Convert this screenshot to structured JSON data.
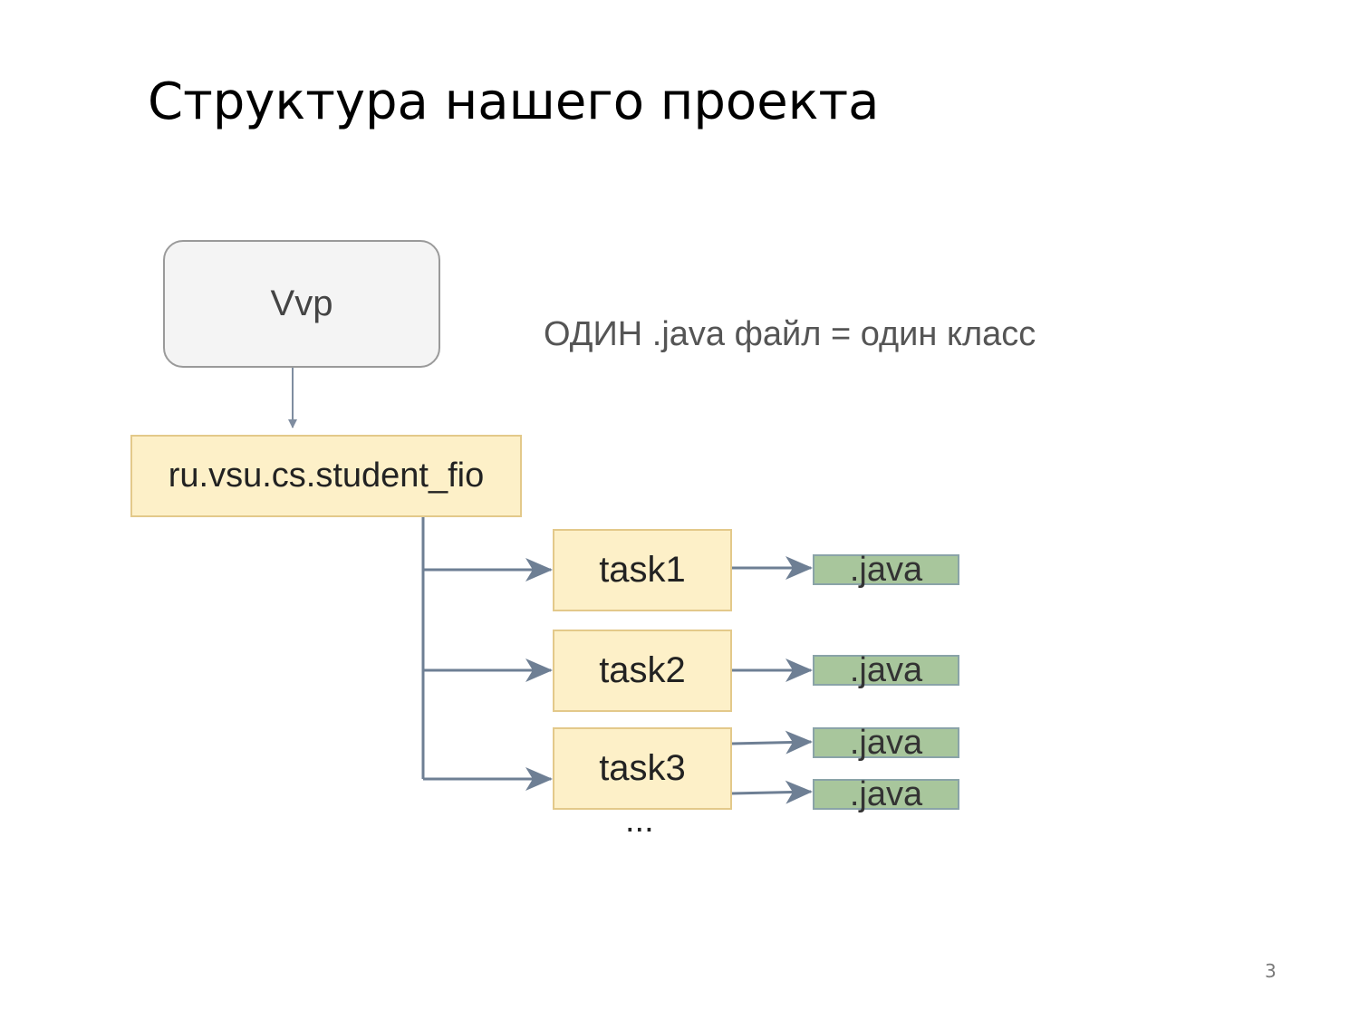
{
  "title": "Структура нашего проекта",
  "note": "ОДИН .java файл = один класс",
  "nodes": {
    "root": "Vvp",
    "package": "ru.vsu.cs.student_fio",
    "tasks": [
      "task1",
      "task2",
      "task3"
    ],
    "files": [
      ".java",
      ".java",
      ".java",
      ".java"
    ],
    "more": "..."
  },
  "page_number": "3",
  "colors": {
    "root_fill": "#f4f4f4",
    "package_fill": "#fdf0c8",
    "file_fill": "#a8c69c",
    "connector": "#6e7f94"
  }
}
